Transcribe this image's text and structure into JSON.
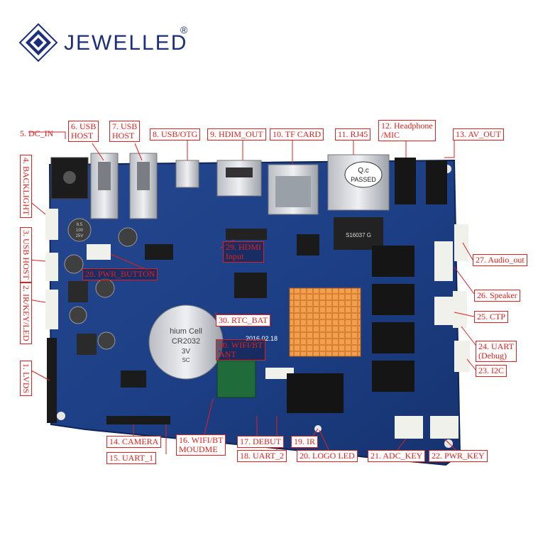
{
  "brand": {
    "name": "JEWELLED",
    "reg": "®",
    "color": "#1b2f7a"
  },
  "board": {
    "pcb_color": "#1d3f86",
    "date_print": "2016.02.18",
    "battery_lines": [
      "hium Cell",
      "CR2032",
      "3V",
      "SC"
    ],
    "rj45_stamp": [
      "Q.c",
      "PASSED"
    ],
    "chip_print": "S16037 G",
    "cap_print": [
      "6.5",
      "100",
      "25V"
    ]
  },
  "labels": {
    "l1": "1. LVDS",
    "l2": "2. IR/KEY/LED",
    "l3": "3. USB HOST",
    "l4": "4. BACKLIGHT",
    "l5": "5. DC_IN",
    "l6": "6. USB\nHOST",
    "l7": "7. USB\nHOST",
    "l8": "8. USB/OTG",
    "l9": "9. HDIM_OUT",
    "l10": "10. TF CARD",
    "l11": "11. RJ45",
    "l12": "12. Headphone\n/MIC",
    "l13": "13. AV_OUT",
    "l14": "14. CAMERA",
    "l15": "15. UART_1",
    "l16": "16. WIFI/BT\nMOUDME",
    "l17": "17. DEBUT",
    "l18": "18. UART_2",
    "l19": "19. IR",
    "l20": "20. LOGO LED",
    "l21": "21. ADC_KEY",
    "l22": "22. PWR_KEY",
    "l23": "23. I2C",
    "l24": "24. UART\n(Debug)",
    "l25": "25. CTP",
    "l26": "26. Speaker",
    "l27": "27. Audio_out",
    "l28": "28. PWR_BUTTON",
    "l29": "29. HDMI\nInput",
    "l30": "30. RTC_BAT",
    "l40": "40. WIFI/BT\nANT"
  }
}
